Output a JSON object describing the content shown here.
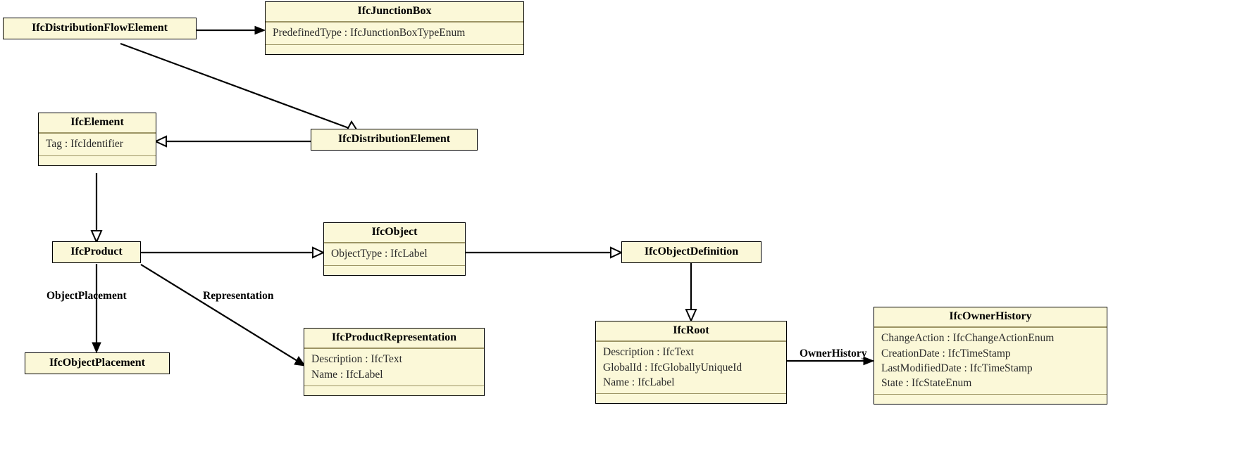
{
  "diagram": {
    "title": "IFC UML class diagram",
    "colors": {
      "class_fill": "#fbf8d8",
      "class_border": "#000000",
      "compartment_divider": "#9c9464",
      "link": "#000000",
      "background": "#ffffff"
    }
  },
  "classes": [
    {
      "id": "IfcDistributionFlowElement",
      "name": "IfcDistributionFlowElement",
      "attributes": [],
      "has_compartments": false
    },
    {
      "id": "IfcJunctionBox",
      "name": "IfcJunctionBox",
      "attributes": [
        "PredefinedType : IfcJunctionBoxTypeEnum"
      ],
      "has_compartments": true
    },
    {
      "id": "IfcElement",
      "name": "IfcElement",
      "attributes": [
        "Tag : IfcIdentifier"
      ],
      "has_compartments": true
    },
    {
      "id": "IfcDistributionElement",
      "name": "IfcDistributionElement",
      "attributes": [],
      "has_compartments": false
    },
    {
      "id": "IfcProduct",
      "name": "IfcProduct",
      "attributes": [],
      "has_compartments": false
    },
    {
      "id": "IfcObject",
      "name": "IfcObject",
      "attributes": [
        "ObjectType : IfcLabel"
      ],
      "has_compartments": true
    },
    {
      "id": "IfcObjectDefinition",
      "name": "IfcObjectDefinition",
      "attributes": [],
      "has_compartments": false
    },
    {
      "id": "IfcObjectPlacement",
      "name": "IfcObjectPlacement",
      "attributes": [],
      "has_compartments": false
    },
    {
      "id": "IfcProductRepresentation",
      "name": "IfcProductRepresentation",
      "attributes": [
        "Description : IfcText",
        "Name : IfcLabel"
      ],
      "has_compartments": true
    },
    {
      "id": "IfcRoot",
      "name": "IfcRoot",
      "attributes": [
        "Description : IfcText",
        "GlobalId : IfcGloballyUniqueId",
        "Name : IfcLabel"
      ],
      "has_compartments": true
    },
    {
      "id": "IfcOwnerHistory",
      "name": "IfcOwnerHistory",
      "attributes": [
        "ChangeAction : IfcChangeActionEnum",
        "CreationDate : IfcTimeStamp",
        "LastModifiedDate : IfcTimeStamp",
        "State : IfcStateEnum"
      ],
      "has_compartments": true
    }
  ],
  "edge_labels": [
    {
      "id": "ObjectPlacement",
      "text": "ObjectPlacement"
    },
    {
      "id": "Representation",
      "text": "Representation"
    },
    {
      "id": "OwnerHistory",
      "text": "OwnerHistory"
    }
  ],
  "relations": [
    {
      "from": "IfcDistributionFlowElement",
      "to": "IfcJunctionBox",
      "kind": "association"
    },
    {
      "from": "IfcDistributionFlowElement",
      "to": "IfcDistributionElement",
      "kind": "generalization"
    },
    {
      "from": "IfcDistributionElement",
      "to": "IfcElement",
      "kind": "generalization"
    },
    {
      "from": "IfcElement",
      "to": "IfcProduct",
      "kind": "generalization"
    },
    {
      "from": "IfcProduct",
      "to": "IfcObject",
      "kind": "generalization"
    },
    {
      "from": "IfcObject",
      "to": "IfcObjectDefinition",
      "kind": "generalization"
    },
    {
      "from": "IfcObjectDefinition",
      "to": "IfcRoot",
      "kind": "generalization"
    },
    {
      "from": "IfcProduct",
      "to": "IfcObjectPlacement",
      "kind": "association",
      "label": "ObjectPlacement"
    },
    {
      "from": "IfcProduct",
      "to": "IfcProductRepresentation",
      "kind": "association",
      "label": "Representation"
    },
    {
      "from": "IfcRoot",
      "to": "IfcOwnerHistory",
      "kind": "association",
      "label": "OwnerHistory"
    }
  ]
}
